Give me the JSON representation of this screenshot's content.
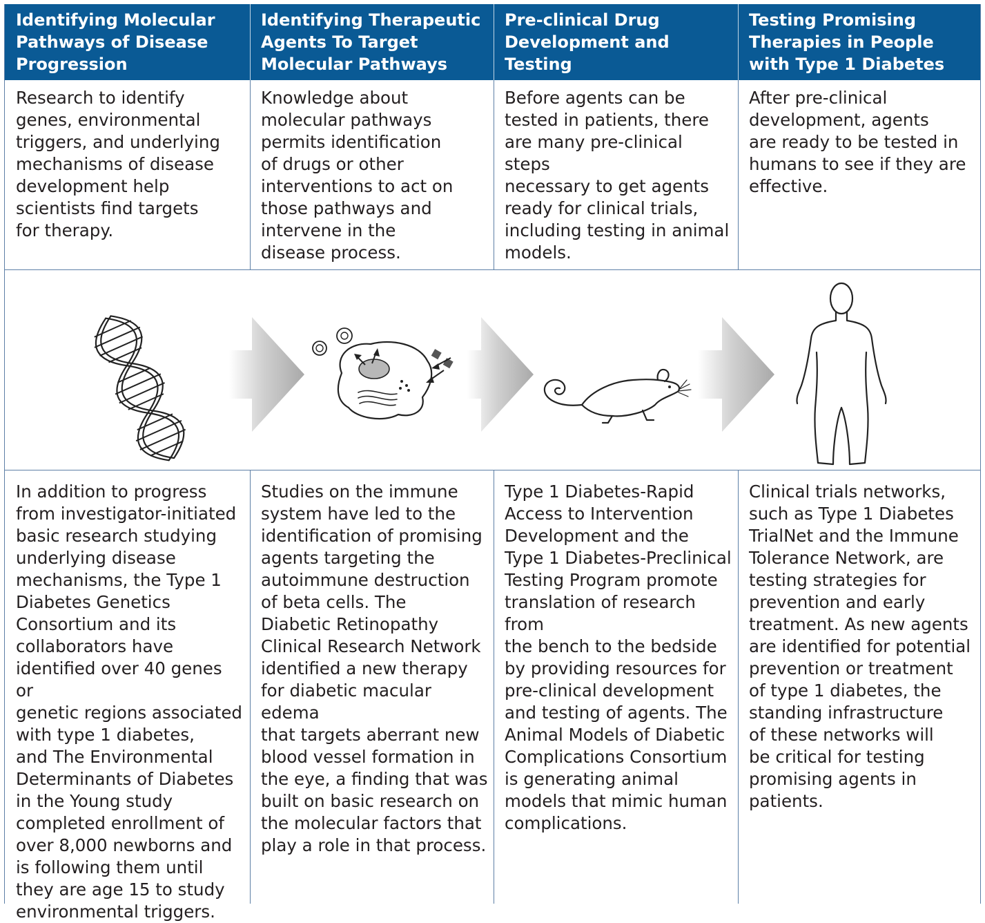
{
  "columns": [
    {
      "heading": "Identifying Molecular\nPathways of Disease\nProgression",
      "summary": "Research to identify\ngenes, environmental\ntriggers, and underlying\nmechanisms of disease\ndevelopment help\nscientists find targets\nfor therapy.",
      "detail": "In addition to progress\nfrom investigator-initiated\nbasic research studying\nunderlying disease\nmechanisms, the Type 1\nDiabetes Genetics\nConsortium and its\ncollaborators have\nidentified over 40 genes or\ngenetic regions associated\nwith type 1 diabetes,\nand The Environmental\nDeterminants of Diabetes\nin the Young study\ncompleted enrollment of\nover 8,000 newborns and\nis following them until\nthey are age 15 to study\nenvironmental triggers.",
      "illustration": "dna-double-helix-icon"
    },
    {
      "heading": "Identifying Therapeutic\nAgents To Target\nMolecular Pathways",
      "summary": "Knowledge about\nmolecular pathways\npermits identification\nof drugs or other\ninterventions to act on\nthose pathways and\nintervene in the\ndisease process.",
      "detail": "Studies on the immune\nsystem have led to the\nidentification of promising\nagents targeting the\nautoimmune destruction\nof beta cells.  The\nDiabetic Retinopathy\nClinical Research Network\nidentified a new therapy\nfor diabetic macular edema\nthat targets aberrant new\nblood vessel formation in\nthe eye, a finding that was\nbuilt on basic research on\nthe molecular factors that\nplay a role in that process.",
      "illustration": "cell-with-agents-icon"
    },
    {
      "heading": "Pre-clinical Drug\nDevelopment and Testing",
      "summary": "Before agents can be\ntested in patients, there\nare many pre-clinical steps\nnecessary to get agents\nready for clinical trials,\nincluding testing in animal\nmodels.",
      "detail": "Type 1 Diabetes-Rapid\nAccess to Intervention\nDevelopment and the\nType 1 Diabetes-Preclinical\nTesting Program promote\ntranslation of research from\nthe bench to the bedside\nby providing resources for\npre-clinical development\nand testing of agents.  The\nAnimal Models of Diabetic\nComplications Consortium\nis generating animal\nmodels that mimic human\ncomplications.",
      "illustration": "mouse-icon"
    },
    {
      "heading": "Testing Promising\nTherapies in People with\nType 1 Diabetes",
      "summary": "After pre-clinical\ndevelopment, agents\nare ready to be tested in\nhumans to see if they are\neffective.",
      "detail": "Clinical trials networks,\nsuch as Type 1 Diabetes\nTrialNet and the Immune\nTolerance Network, are\ntesting strategies for\nprevention and early\ntreatment.  As new agents\nare identified for potential\nprevention or treatment\nof type 1 diabetes, the\nstanding infrastructure\nof these networks will\nbe critical for testing\npromising agents in\npatients.",
      "illustration": "human-figure-icon"
    }
  ],
  "colors": {
    "header_bg": "#0a5a95",
    "header_text": "#ffffff",
    "rule": "#5d7fa6",
    "arrow": "#b3b3b3"
  }
}
